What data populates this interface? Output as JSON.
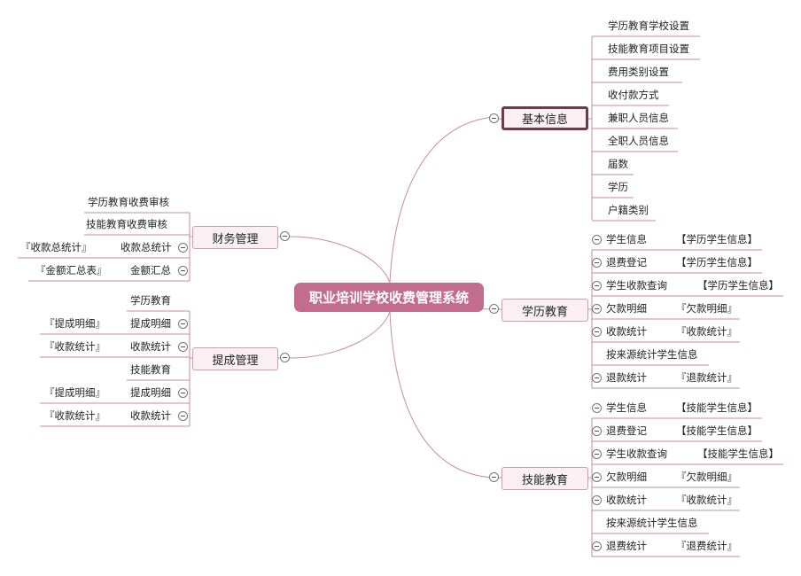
{
  "central": "职业培训学校收费管理系统",
  "nodes": {
    "basic": "基本信息",
    "finance": "财务管理",
    "commission": "提成管理",
    "degree": "学历教育",
    "skill": "技能教育"
  },
  "basic_items": [
    "学历教育学校设置",
    "技能教育项目设置",
    "费用类别设置",
    "收付款方式",
    "兼职人员信息",
    "全职人员信息",
    "届数",
    "学历",
    "户籍类别"
  ],
  "finance_items": [
    {
      "label": "学历教育收费审核",
      "ref": ""
    },
    {
      "label": "技能教育收费审核",
      "ref": ""
    },
    {
      "label": "收款总统计",
      "ref": "『收款总统计』"
    },
    {
      "label": "金额汇总",
      "ref": "『金额汇总表』"
    }
  ],
  "commission_items": [
    {
      "label": "学历教育",
      "ref": ""
    },
    {
      "label": "提成明细",
      "ref": "『提成明细』"
    },
    {
      "label": "收款统计",
      "ref": "『收款统计』"
    },
    {
      "label": "技能教育",
      "ref": ""
    },
    {
      "label": "提成明细",
      "ref": "『提成明细』"
    },
    {
      "label": "收款统计",
      "ref": "『收款统计』"
    }
  ],
  "degree_items": [
    {
      "label": "学生信息",
      "ref": "【学历学生信息】"
    },
    {
      "label": "退费登记",
      "ref": "【学历学生信息】"
    },
    {
      "label": "学生收款查询",
      "ref": "【学历学生信息】"
    },
    {
      "label": "欠款明细",
      "ref": "『欠款明细』"
    },
    {
      "label": "收款统计",
      "ref": "『收款统计』"
    },
    {
      "label": "按来源统计学生信息",
      "ref": ""
    },
    {
      "label": "退款统计",
      "ref": "『退款统计』"
    }
  ],
  "skill_items": [
    {
      "label": "学生信息",
      "ref": "【技能学生信息】"
    },
    {
      "label": "退费登记",
      "ref": "【技能学生信息】"
    },
    {
      "label": "学生收款查询",
      "ref": "【技能学生信息】"
    },
    {
      "label": "欠款明细",
      "ref": "『欠款明细』"
    },
    {
      "label": "收款统计",
      "ref": "『收款统计』"
    },
    {
      "label": "按来源统计学生信息",
      "ref": ""
    },
    {
      "label": "退费统计",
      "ref": "『退费统计』"
    }
  ],
  "colors": {
    "central": "#c26d8e",
    "link": "#c98aa3",
    "node_fill": "#faf0f4",
    "selected_border": "#6e3a4e"
  }
}
